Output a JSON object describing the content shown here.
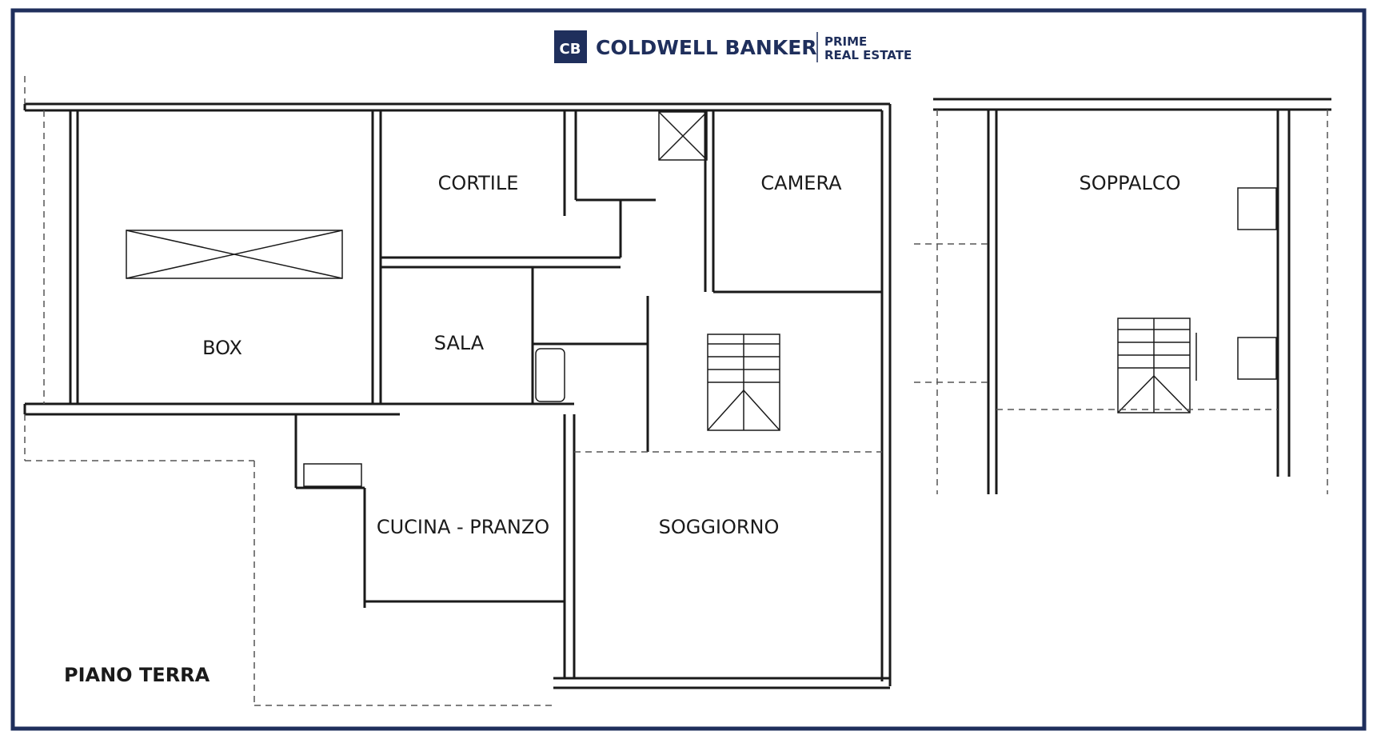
{
  "brand": {
    "monogram": "CB",
    "name": "COLDWELL BANKER",
    "tagline_line1": "PRIME",
    "tagline_line2": "REAL ESTATE",
    "color": "#1f2f5c"
  },
  "frame_color": "#1f2f5c",
  "floor_label": "PIANO TERRA",
  "rooms": {
    "box": "BOX",
    "cortile": "CORTILE",
    "camera": "CAMERA",
    "sala": "SALA",
    "cucina": "CUCINA - PRANZO",
    "soggiorno": "SOGGIORNO",
    "soppalco": "SOPPALCO"
  }
}
